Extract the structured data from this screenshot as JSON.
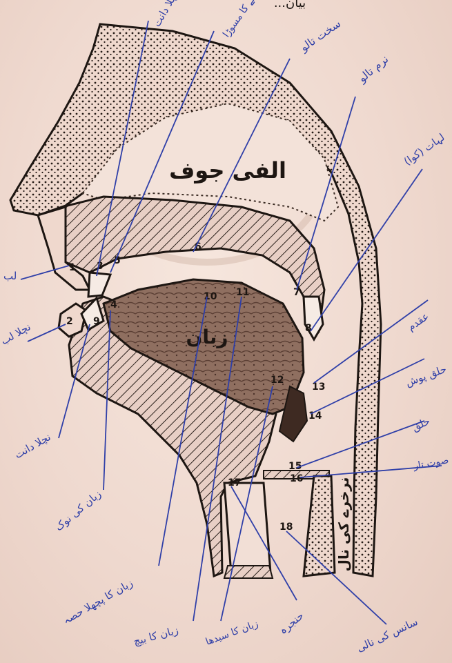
{
  "header": {
    "top_caption": "...بیان"
  },
  "cavity_labels": {
    "nasal_cavity": "الفی جوف",
    "tongue": "زبان",
    "windpipe": "نرخرے کی نال"
  },
  "numbers": {
    "n1": "1",
    "n2": "2",
    "n3": "3",
    "n4": "4",
    "n5": "5",
    "n6": "6",
    "n7": "7",
    "n8": "8",
    "n9": "9",
    "n10": "10",
    "n11": "11",
    "n12": "12",
    "n13": "13",
    "n14": "14",
    "n15": "15",
    "n16": "16",
    "n17": "17",
    "n18": "18"
  },
  "annotations": {
    "upper_teeth": "پہلا دانت",
    "alveolar_ridge": "ٹہرٹانے کا مسوڑا",
    "hard_palate": "سخت تالو",
    "soft_palate": "نرم تالو",
    "uvula": "لہات (کوا)",
    "epiglottis": "عقدم",
    "pharynx_cover": "حلق پوش",
    "larynx": "حلق",
    "vocal_cords": "صوت تار",
    "lip_upper": "لب",
    "lip_lower": "نچلا لب",
    "lower_teeth": "نچلا دانت",
    "tip_of_tongue": "زبان کی نوک",
    "tongue_front": "زبان کا سیدھا",
    "tongue_mid": "زبان کا بیچ",
    "tongue_back": "زبان کا پچھلا حصہ",
    "throat_pipe": "حنجرہ",
    "food_pipe": "سانس کی نالی"
  },
  "colors": {
    "ink": "#1d1612",
    "pen": "#2f3fa8",
    "paper": "#f1dcd2"
  }
}
